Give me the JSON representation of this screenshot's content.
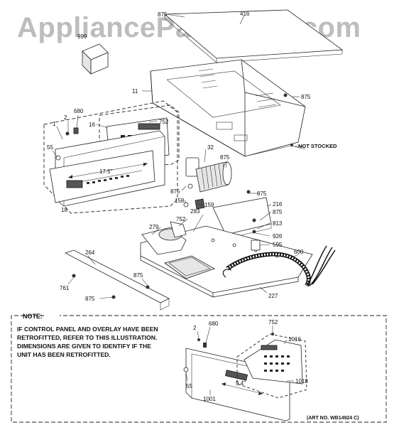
{
  "watermark": "AppliancePartsPros.com",
  "labels": {
    "p875a": "875",
    "p416": "416",
    "p999": "999",
    "p11": "11",
    "p875b": "875",
    "p680": "680",
    "p2": "2",
    "p16": "16",
    "p752": "752",
    "p1": "1",
    "p55": "55",
    "not_stocked": "NOT STOCKED",
    "p32": "32",
    "p875c": "875",
    "dim_17_5": "17.5\"",
    "p875d": "875",
    "p875e": "875",
    "p158": "158",
    "p159": "159",
    "p18": "18",
    "p216": "216",
    "p752b": "752",
    "p283": "283",
    "p875f": "875",
    "p813": "813",
    "p279": "279",
    "p926": "926",
    "p595": "595",
    "p600": "600",
    "p264": "264",
    "p875g": "875",
    "p761": "761",
    "p875h": "875",
    "p227": "227"
  },
  "note": {
    "title": "NOTE:",
    "line1": "IF CONTROL PANEL AND OVERLAY HAVE BEEN",
    "line2": "RETROFITTED, REFER TO THIS ILLUSTRATION.",
    "line3": "DIMENSIONS ARE GIVEN TO IDENTIFY IF THE",
    "line4": "UNIT HAS BEEN RETROFITTED.",
    "p2": "2",
    "p680": "680",
    "p752": "752",
    "p1016": "1016",
    "p55": "55",
    "dim_9_4": "9.4\"",
    "p1018": "1018",
    "p1001": "1001",
    "art_no": "(ART NO. WB14924 C)"
  }
}
